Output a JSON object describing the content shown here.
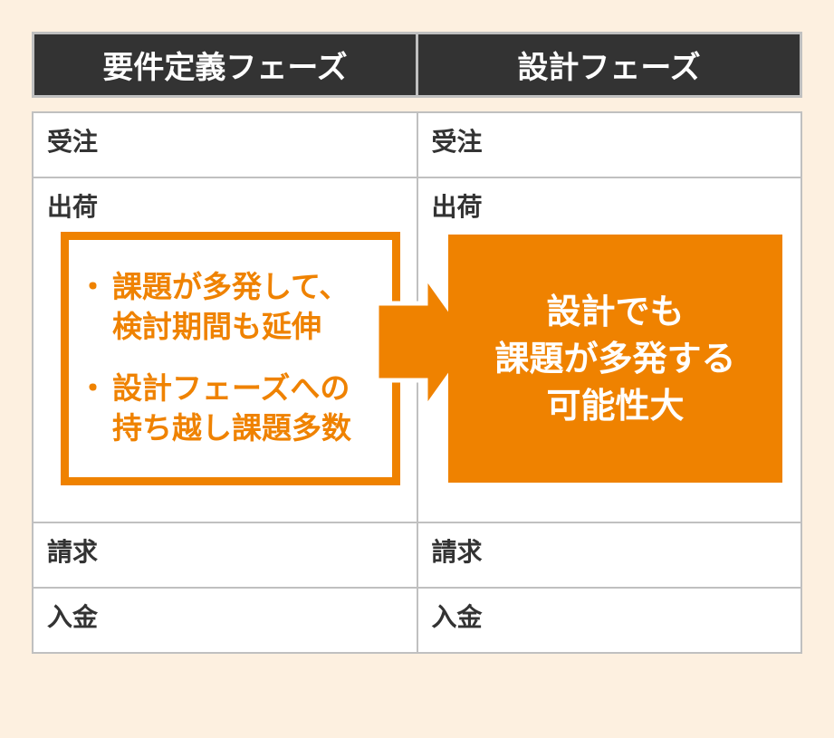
{
  "header": {
    "left": "要件定義フェーズ",
    "right": "設計フェーズ"
  },
  "rows": [
    "受注",
    "出荷",
    "請求",
    "入金"
  ],
  "left_box": {
    "bullet": "・",
    "items": [
      [
        "課題が多発して、",
        "検討期間も延伸"
      ],
      [
        "設計フェーズへの",
        "持ち越し課題多数"
      ]
    ]
  },
  "right_box": {
    "lines": [
      "設計でも",
      "課題が多発する",
      "可能性大"
    ]
  },
  "colors": {
    "orange": "#ef8200",
    "header": "#333333",
    "background": "#fdf0e0"
  }
}
